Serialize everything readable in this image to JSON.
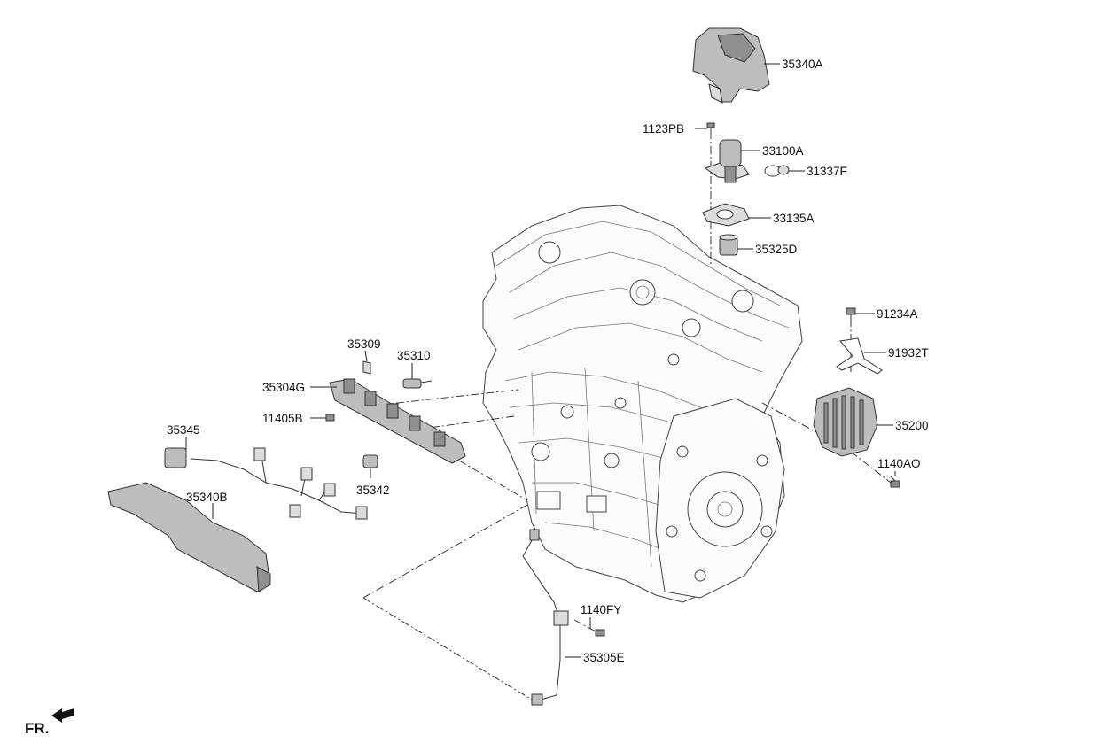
{
  "orientation": "FR.",
  "parts": {
    "p35340A": "35340A",
    "p1123PB": "1123PB",
    "p33100A": "33100A",
    "p31337F": "31337F",
    "p33135A": "33135A",
    "p35325D": "35325D",
    "p91234A": "91234A",
    "p91932T": "91932T",
    "p35200": "35200",
    "p1140AO": "1140AO",
    "p35309": "35309",
    "p35310": "35310",
    "p35304G": "35304G",
    "p11405B": "11405B",
    "p35345": "35345",
    "p35342": "35342",
    "p35340B": "35340B",
    "p1140FY": "1140FY",
    "p35305E": "35305E"
  }
}
